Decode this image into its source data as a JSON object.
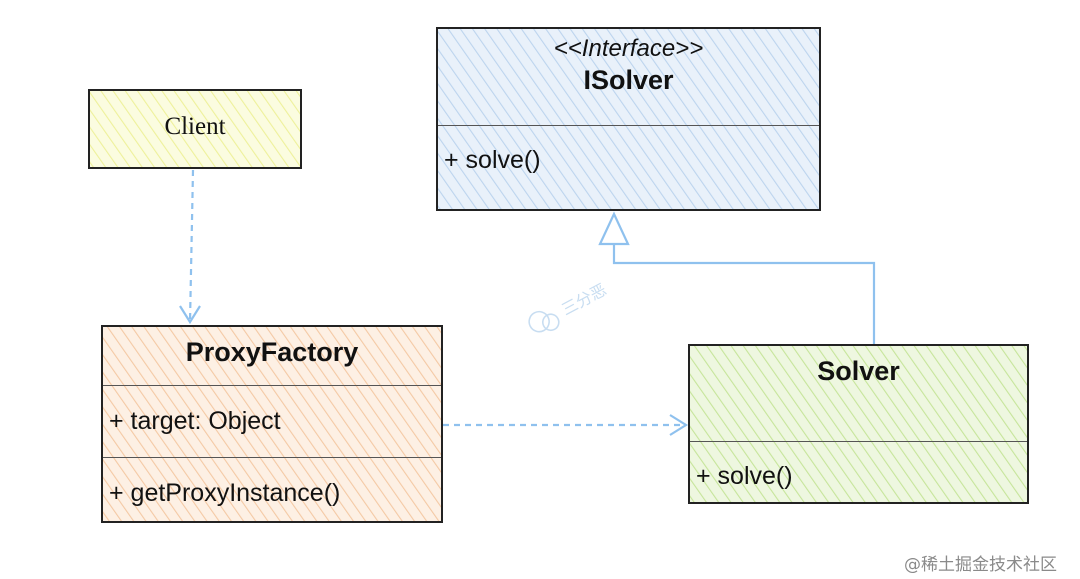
{
  "colors": {
    "interface_fill": "#dbe8f5",
    "client_fill": "#f7f9c4",
    "proxy_fill": "#f9dcc4",
    "solver_fill": "#dcefc0",
    "arrow": "#8fc1ee",
    "border": "#222222"
  },
  "isolver": {
    "stereotype": "<<Interface>>",
    "name": "ISolver",
    "methods": [
      "+ solve()"
    ]
  },
  "client": {
    "name": "Client"
  },
  "proxy_factory": {
    "name": "ProxyFactory",
    "fields": [
      "+ target: Object"
    ],
    "methods": [
      "+ getProxyInstance()"
    ]
  },
  "solver": {
    "name": "Solver",
    "methods": [
      "+ solve()"
    ]
  },
  "watermark": {
    "text": "三分恶",
    "site": "@稀土掘金技术社区"
  },
  "relations": [
    {
      "from": "Client",
      "to": "ProxyFactory",
      "kind": "dependency"
    },
    {
      "from": "ProxyFactory",
      "to": "Solver",
      "kind": "dependency"
    },
    {
      "from": "Solver",
      "to": "ISolver",
      "kind": "realization"
    }
  ]
}
